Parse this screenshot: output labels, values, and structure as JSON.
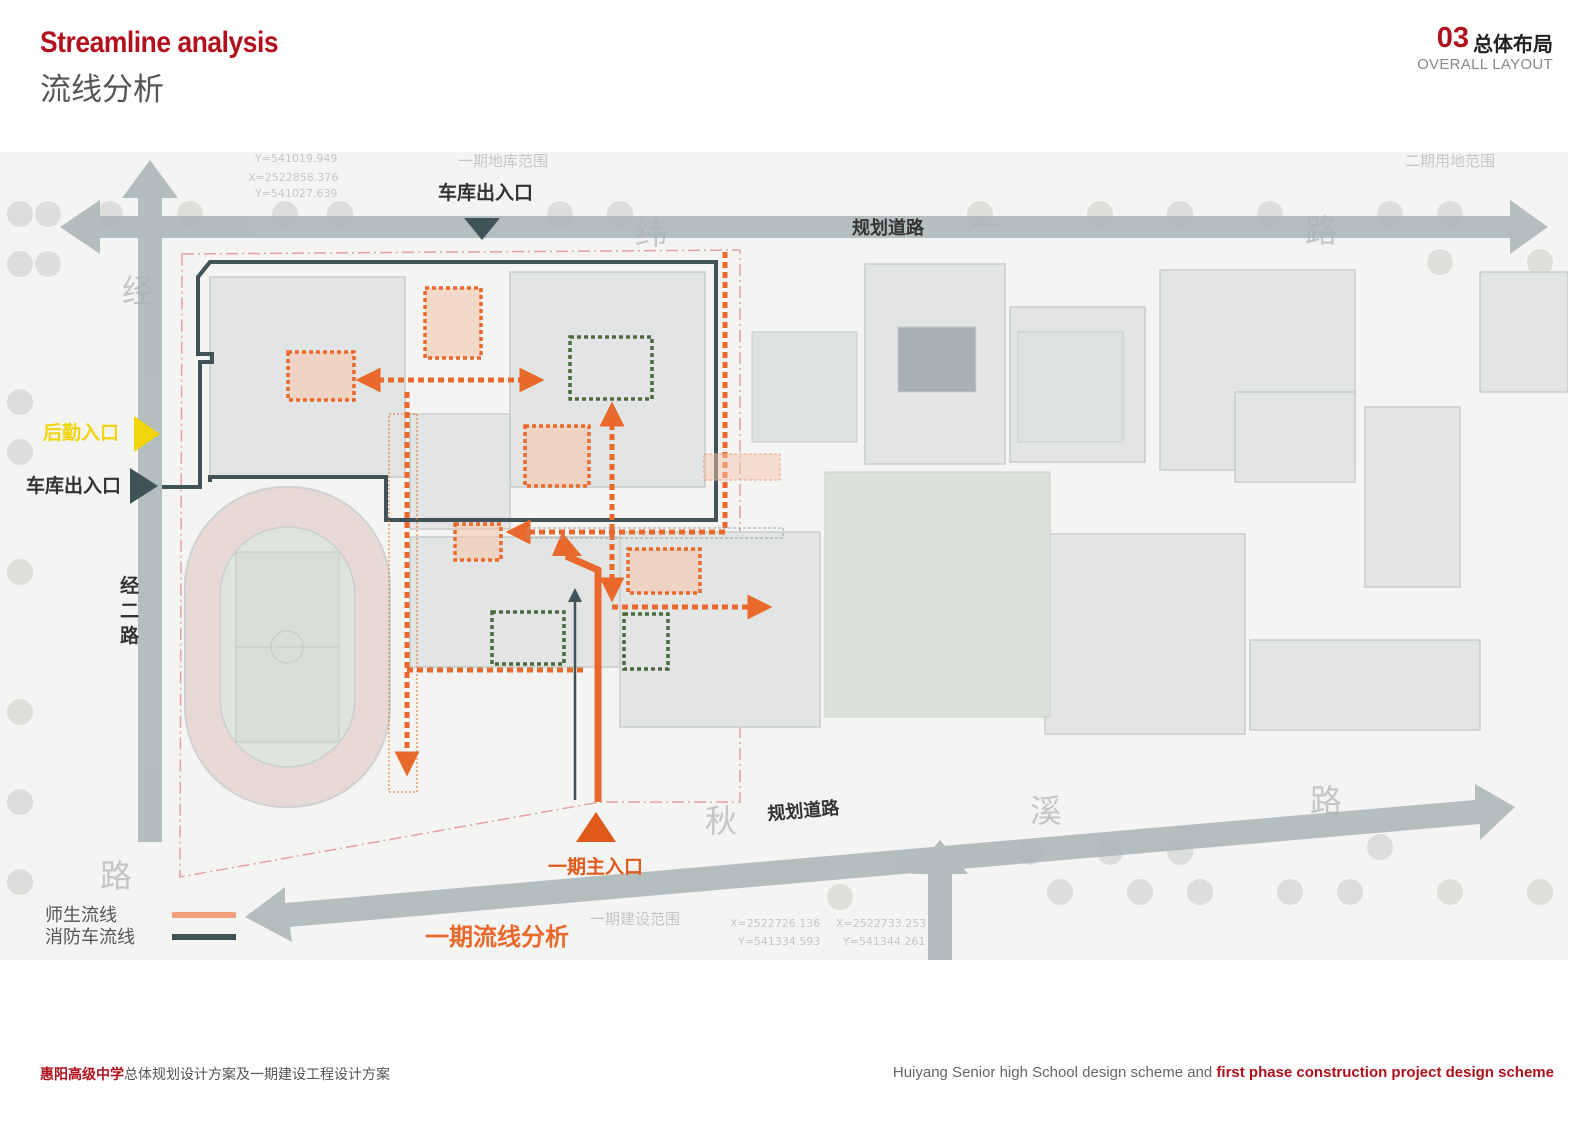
{
  "header": {
    "title_en": "Streamline analysis",
    "title_cn": "流线分析",
    "section_number": "03",
    "section_cn": "总体布局",
    "section_en": "OVERALL LAYOUT"
  },
  "map_labels": {
    "garage_entrance_top": "车库出入口",
    "planned_road_top": "规划道路",
    "planned_road_bottom": "规划道路",
    "logistics_entrance": "后勤入口",
    "garage_entrance_left": "车库出入口",
    "jing_er_road": "经二路",
    "main_entrance": "一期主入口",
    "diagram_title": "一期流线分析",
    "faint_phase1_basement": "一期地库范围",
    "faint_phase2_land": "二期用地范围",
    "faint_phase1_construction": "一期建设范围",
    "faint_char_jing": "经",
    "faint_char_lu_left": "路",
    "faint_char_wei": "纬",
    "faint_char_yi": "一",
    "faint_char_lu_top": "路",
    "faint_char_qiu": "秋",
    "faint_char_xi": "溪",
    "faint_char_lu_bottom": "路",
    "faint_coord_1": "Y=541019.949",
    "faint_coord_2": "X=2522858.376",
    "faint_coord_3": "Y=541027.639",
    "faint_coord_4": "X=2522726.136",
    "faint_coord_5": "Y=541334.593",
    "faint_coord_6": "X=2522733.253",
    "faint_coord_7": "Y=541344.261"
  },
  "legend": {
    "student_flow": "师生流线",
    "fire_truck_flow": "消防车流线"
  },
  "footer": {
    "school_name": "惠阳高级中学",
    "scheme_cn": "总体规划设计方案及一期建设工程设计方案",
    "scheme_en_prefix": "Huiyang Senior high School design scheme and ",
    "scheme_en_emph": "first phase construction project design scheme"
  },
  "colors": {
    "brand_red": "#b0111d",
    "student_orange": "#e8692b",
    "fire_slate": "#3f5358",
    "logistics_yellow": "#f2d40a",
    "road_arrow_gray": "#a9b4b6",
    "node_green": "#4b6a3e"
  }
}
